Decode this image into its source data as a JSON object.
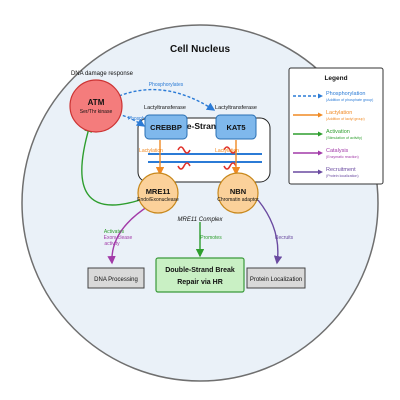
{
  "title": "Cell Nucleus",
  "nodes": {
    "atm": {
      "name": "ATM",
      "sub": "Ser/Thr kinase",
      "context": "DNA damage response",
      "color": "#f47c7c",
      "stroke": "#c33"
    },
    "crebbp": {
      "name": "CREBBP",
      "role": "Lactyltransferase",
      "color": "#7fb8ec",
      "stroke": "#2a6fb3"
    },
    "kat5": {
      "name": "KAT5",
      "role": "Lactyltransferase",
      "color": "#7fb8ec",
      "stroke": "#2a6fb3"
    },
    "mre11": {
      "name": "MRE11",
      "sub": "Endo/Exonuclease",
      "color": "#fbd19a",
      "stroke": "#c8881c"
    },
    "nbn": {
      "name": "NBN",
      "sub": "Chromatin adaptor",
      "color": "#fbd19a",
      "stroke": "#c8881c"
    },
    "dsb_box": {
      "label": "Double-Strand Break"
    },
    "complex": {
      "label": "MRE11 Complex"
    }
  },
  "outcomes": {
    "dna_processing": {
      "label": "DNA Processing",
      "color": "#d9d9d9"
    },
    "repair": {
      "line1": "Double-Strand Break",
      "line2": "Repair via HR",
      "color": "#c9f0c4",
      "stroke": "#3a9a3a"
    },
    "protein_localization": {
      "label": "Protein Localization",
      "color": "#d9d9d9"
    }
  },
  "edge_labels": {
    "atm_kat5": "Phosphorylates",
    "atm_crebbp": "Phosphorylates",
    "crebbp_lact": "Lactylation",
    "kat5_lact": "Lactylation",
    "mre11_activates": "Activates",
    "mre11_exonuclease": "Exonuclease",
    "mre11_activity": "activity",
    "promotes": "Promotes",
    "recruits": "Recruits"
  },
  "legend": {
    "title": "Legend",
    "items": [
      {
        "label": "Phosphorylation",
        "desc": "(Addition of phosphate group)",
        "color": "#2b7bd6",
        "dashed": true
      },
      {
        "label": "Lactylation",
        "desc": "(Addition of lactyl group)",
        "color": "#f08a24",
        "dashed": false
      },
      {
        "label": "Activation",
        "desc": "(Stimulation of activity)",
        "color": "#2e9e2e",
        "dashed": false
      },
      {
        "label": "Catalysis",
        "desc": "(Enzymatic reaction)",
        "color": "#a23aa8",
        "dashed": false
      },
      {
        "label": "Recruitment",
        "desc": "(Protein localization)",
        "color": "#6a4aa0",
        "dashed": false
      }
    ]
  }
}
